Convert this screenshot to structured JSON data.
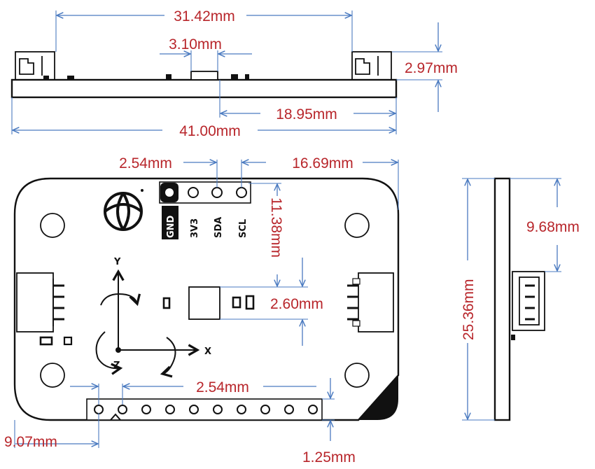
{
  "colors": {
    "dimension_text": "#b8262b",
    "dimension_line": "#4a7ac0",
    "outline": "#111111",
    "background": "#ffffff"
  },
  "dimensions": {
    "top_width": "31.42mm",
    "chip_width": "3.10mm",
    "side_height": "2.97mm",
    "chip_offset": "18.95mm",
    "board_length": "41.00mm",
    "pin_pitch_top": "2.54mm",
    "header_offset": "16.69mm",
    "header_to_chip": "11.38mm",
    "chip_height": "2.60mm",
    "hole_spacing": "9.68mm",
    "board_width": "25.36mm",
    "pin_pitch_bottom": "2.54mm",
    "bottom_header_offset": "9.07mm",
    "bottom_header_margin": "1.25mm"
  },
  "pins": [
    "GND",
    "3V3",
    "SDA",
    "SCL"
  ],
  "axes": {
    "x": "X",
    "y": "Y",
    "z": "Z"
  },
  "icons": {
    "logo": "globe-logo-icon",
    "rotation": "rotation-arrow-icon"
  }
}
